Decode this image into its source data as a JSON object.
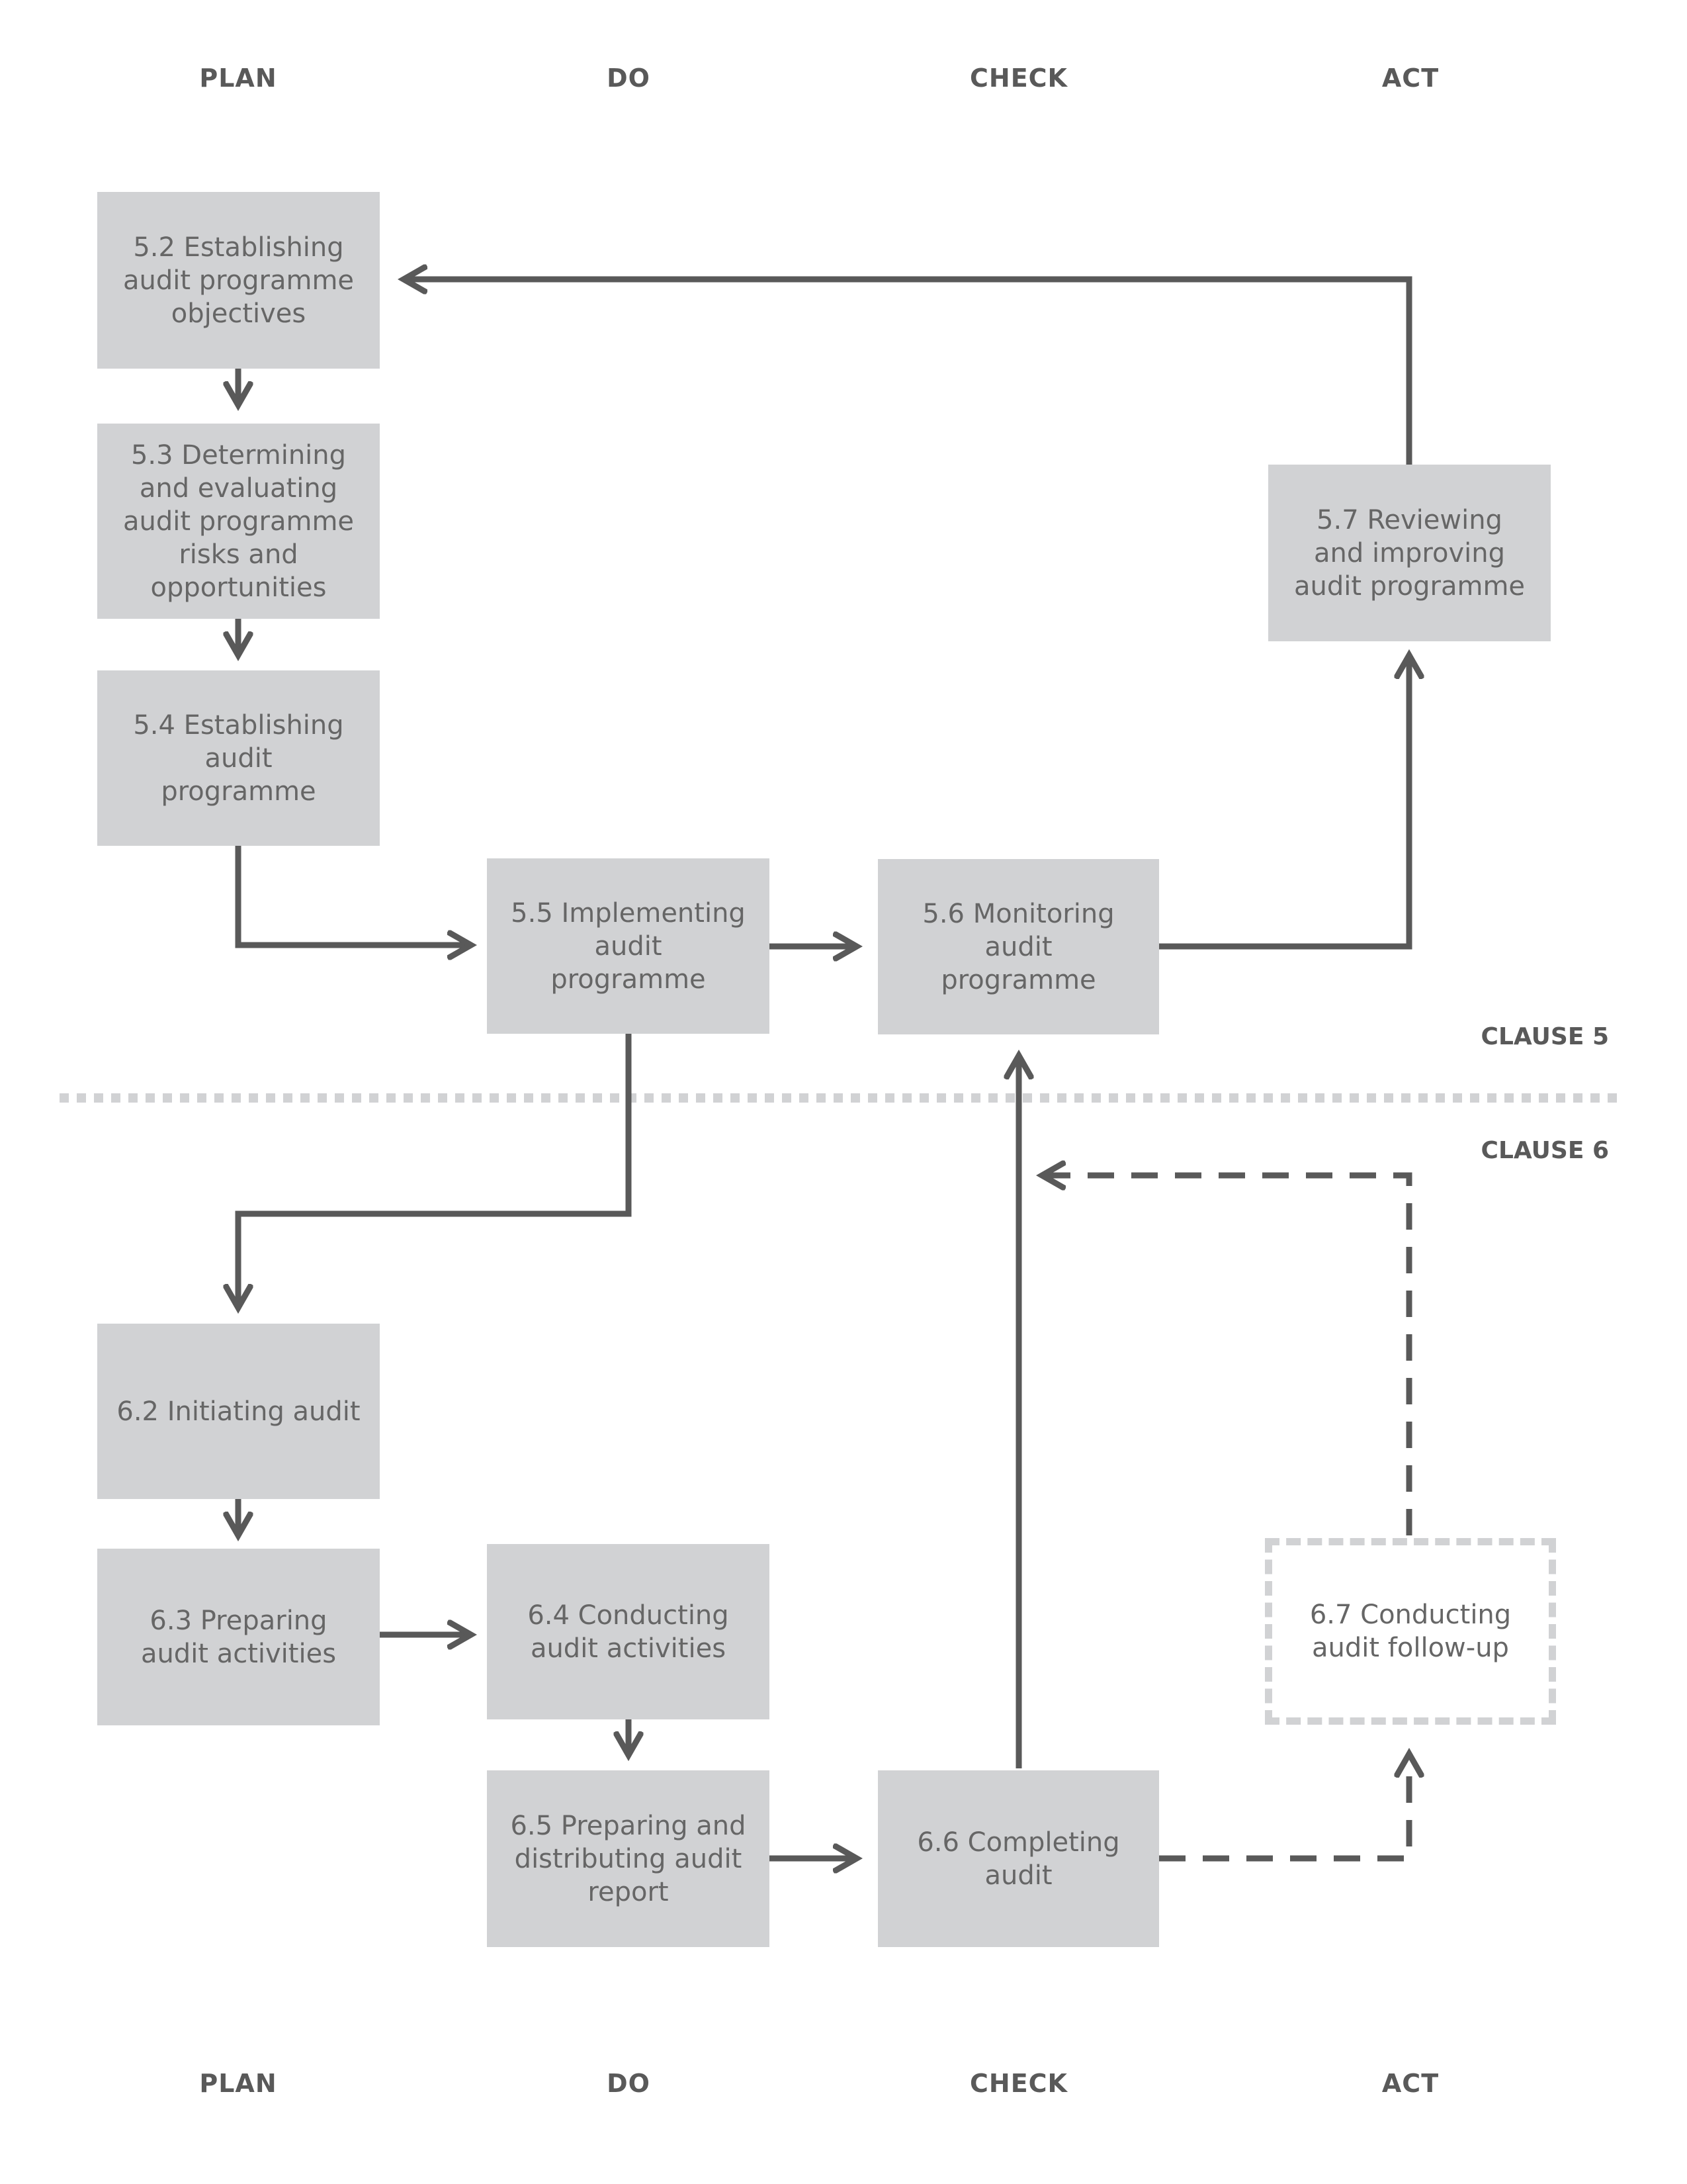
{
  "columns": {
    "plan": "PLAN",
    "do": "DO",
    "check": "CHECK",
    "act": "ACT"
  },
  "clauses": {
    "clause5": "CLAUSE 5",
    "clause6": "CLAUSE 6"
  },
  "nodes": {
    "n52": "5.2 Establishing\naudit programme\nobjectives",
    "n53": "5.3 Determining\nand evaluating\naudit programme\nrisks and\nopportunities",
    "n54": "5.4 Establishing\naudit\nprogramme",
    "n55": "5.5 Implementing\naudit\nprogramme",
    "n56": "5.6 Monitoring\naudit\nprogramme",
    "n57": "5.7 Reviewing\nand improving\naudit programme",
    "n62": "6.2 Initiating audit",
    "n63": "6.3 Preparing\naudit activities",
    "n64": "6.4 Conducting\naudit activities",
    "n65": "6.5 Preparing and\ndistributing audit\nreport",
    "n66": "6.6 Completing\naudit",
    "n67": "6.7 Conducting\naudit follow-up"
  },
  "edges": [
    {
      "from": "n52",
      "to": "n53",
      "style": "solid"
    },
    {
      "from": "n53",
      "to": "n54",
      "style": "solid"
    },
    {
      "from": "n54",
      "to": "n55",
      "style": "solid"
    },
    {
      "from": "n55",
      "to": "n56",
      "style": "solid"
    },
    {
      "from": "n56",
      "to": "n57",
      "style": "solid"
    },
    {
      "from": "n57",
      "to": "n52",
      "style": "solid"
    },
    {
      "from": "n55",
      "to": "n62",
      "style": "solid"
    },
    {
      "from": "n62",
      "to": "n63",
      "style": "solid"
    },
    {
      "from": "n63",
      "to": "n64",
      "style": "solid"
    },
    {
      "from": "n64",
      "to": "n65",
      "style": "solid"
    },
    {
      "from": "n65",
      "to": "n66",
      "style": "solid"
    },
    {
      "from": "n66",
      "to": "n56",
      "style": "solid"
    },
    {
      "from": "n66",
      "to": "n67",
      "style": "dashed"
    },
    {
      "from": "n67",
      "to": "n56",
      "style": "dashed"
    }
  ],
  "colors": {
    "node_fill": "#d1d2d4",
    "text": "#666666",
    "header_text": "#595959",
    "line": "#595959",
    "separator": "#d1d2d4"
  }
}
